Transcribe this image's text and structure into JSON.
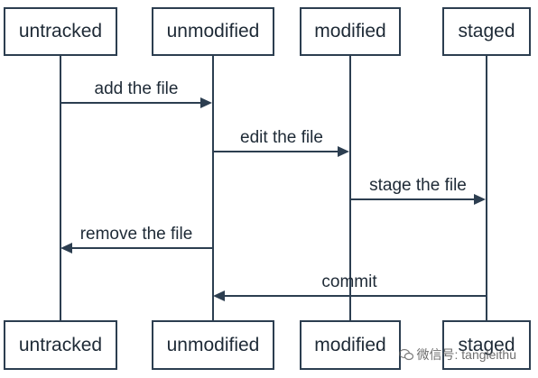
{
  "participants": [
    {
      "label": "untracked"
    },
    {
      "label": "unmodified"
    },
    {
      "label": "modified"
    },
    {
      "label": "staged"
    }
  ],
  "messages": [
    {
      "label": "add the file",
      "from": 0,
      "to": 1
    },
    {
      "label": "edit the file",
      "from": 1,
      "to": 2
    },
    {
      "label": "stage the file",
      "from": 2,
      "to": 3
    },
    {
      "label": "remove the file",
      "from": 1,
      "to": 0
    },
    {
      "label": "commit",
      "from": 3,
      "to": 1
    }
  ],
  "watermark": {
    "text": "微信号: tangleithu"
  },
  "colors": {
    "line": "#2c3e50",
    "text": "#1e2a36"
  }
}
